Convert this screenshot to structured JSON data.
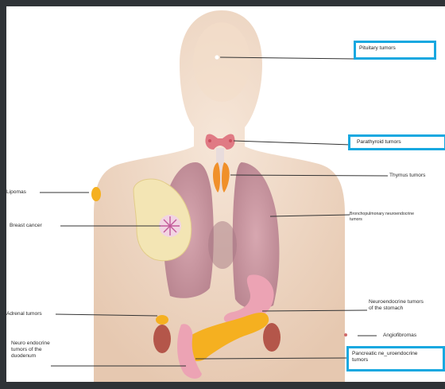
{
  "labels": {
    "pituitary": "Pituitary tumors",
    "parathyroid": "Parathyroid tumors",
    "thymus": "Thymus tumors",
    "lipomas": "Lipomas",
    "breast": "Breast cancer",
    "bronchopulmonary_line1": "Bronchopulmonary neuroendocrine",
    "bronchopulmonary_line2": "tumors",
    "adrenal": "Adrenal tumors",
    "stomach_line1": "Neuroendocrine tumors",
    "stomach_line2": "of the stomach",
    "angiofibromas": "Angiofibromas",
    "duodenum_line1": "Neuro endocrine",
    "duodenum_line2": "tumors of the",
    "duodenum_line3": "duodenum",
    "pancreatic_line1": "Pancreatic ne_uroendocrine",
    "pancreatic_line2": "tumors"
  },
  "colors": {
    "frame": "#2f3337",
    "highlight_box": "#18a8e0",
    "skin": "#f0d8c4",
    "lung": "#c9939e",
    "thyroid": "#e07a84",
    "thymus": "#f0902a",
    "pancreas": "#f5b020",
    "stomach": "#eca3b4",
    "kidney": "#b4564a"
  }
}
